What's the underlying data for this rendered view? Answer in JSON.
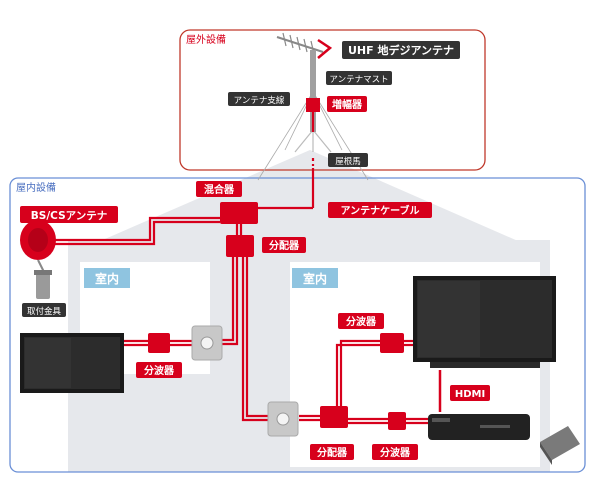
{
  "sections": {
    "outdoor": "屋外設備",
    "indoor": "屋内設備"
  },
  "rooms": {
    "left": "室内",
    "right": "室内"
  },
  "labels": {
    "uhf_antenna": "UHF 地デジアンテナ",
    "antenna_mast": "アンテナマスト",
    "antenna_guy": "アンテナ支線",
    "booster": "増幅器",
    "roof_mount": "屋根馬",
    "mixer": "混合器",
    "antenna_cable": "アンテナケーブル",
    "bs_cs_antenna": "BS/CSアンテナ",
    "splitter_top": "分配器",
    "mount_bracket": "取付金具",
    "filter_left": "分波器",
    "filter_right_top": "分波器",
    "hdmi": "HDMI",
    "splitter_bottom": "分配器",
    "filter_bottom": "分波器"
  },
  "colors": {
    "accent_red": "#d7001c",
    "house": "#e6e8ec",
    "dark_label": "#333333",
    "outdoor_border": "#c0392b",
    "indoor_border": "#6a8fd6",
    "room_label_bg": "#8fc4e0"
  }
}
